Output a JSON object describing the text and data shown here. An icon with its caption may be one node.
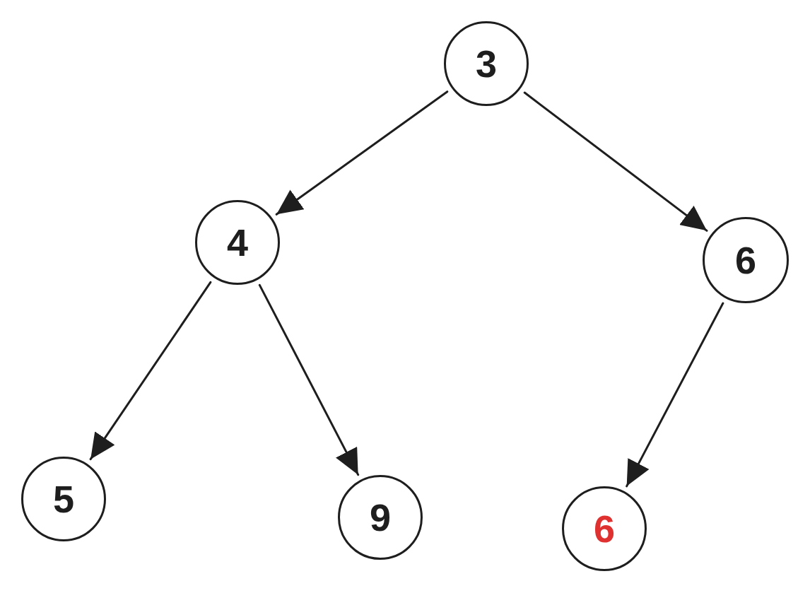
{
  "diagram": {
    "nodes": [
      {
        "text": [
          "3"
        ]
      },
      {
        "text": [
          "4"
        ]
      },
      {
        "text": [
          "6"
        ]
      },
      {
        "text": [
          "5"
        ]
      },
      {
        "text": [
          "9"
        ]
      },
      {
        "text": [
          "6"
        ]
      }
    ],
    "edges": [
      {
        "from": 0,
        "to": 1,
        "arrow": "to"
      },
      {
        "from": 0,
        "to": 2,
        "arrow": "to"
      },
      {
        "from": 1,
        "to": 3,
        "arrow": "to"
      },
      {
        "from": 1,
        "to": 4,
        "arrow": "to"
      },
      {
        "from": 2,
        "to": 5,
        "arrow": "to"
      }
    ]
  }
}
